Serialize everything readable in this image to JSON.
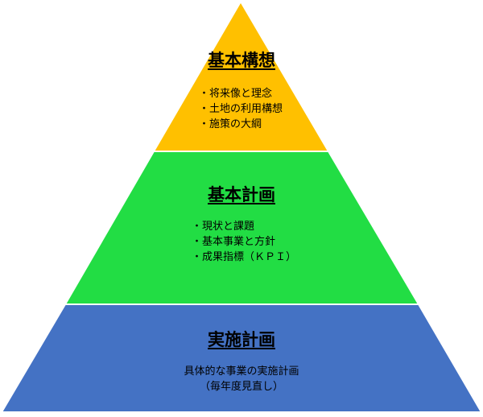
{
  "colors": {
    "top": "#FFC000",
    "middle": "#22DD44",
    "bottom": "#4472C4"
  },
  "tiers": [
    {
      "title": "基本構想",
      "items": [
        "将来像と理念",
        "土地の利用構想",
        "施策の大綱"
      ]
    },
    {
      "title": "基本計画",
      "items": [
        "現状と課題",
        "基本事業と方針",
        "成果指標（ＫＰＩ）"
      ]
    },
    {
      "title": "実施計画",
      "lines": [
        "具体的な事業の実施計画",
        "（毎年度見直し）"
      ]
    }
  ]
}
